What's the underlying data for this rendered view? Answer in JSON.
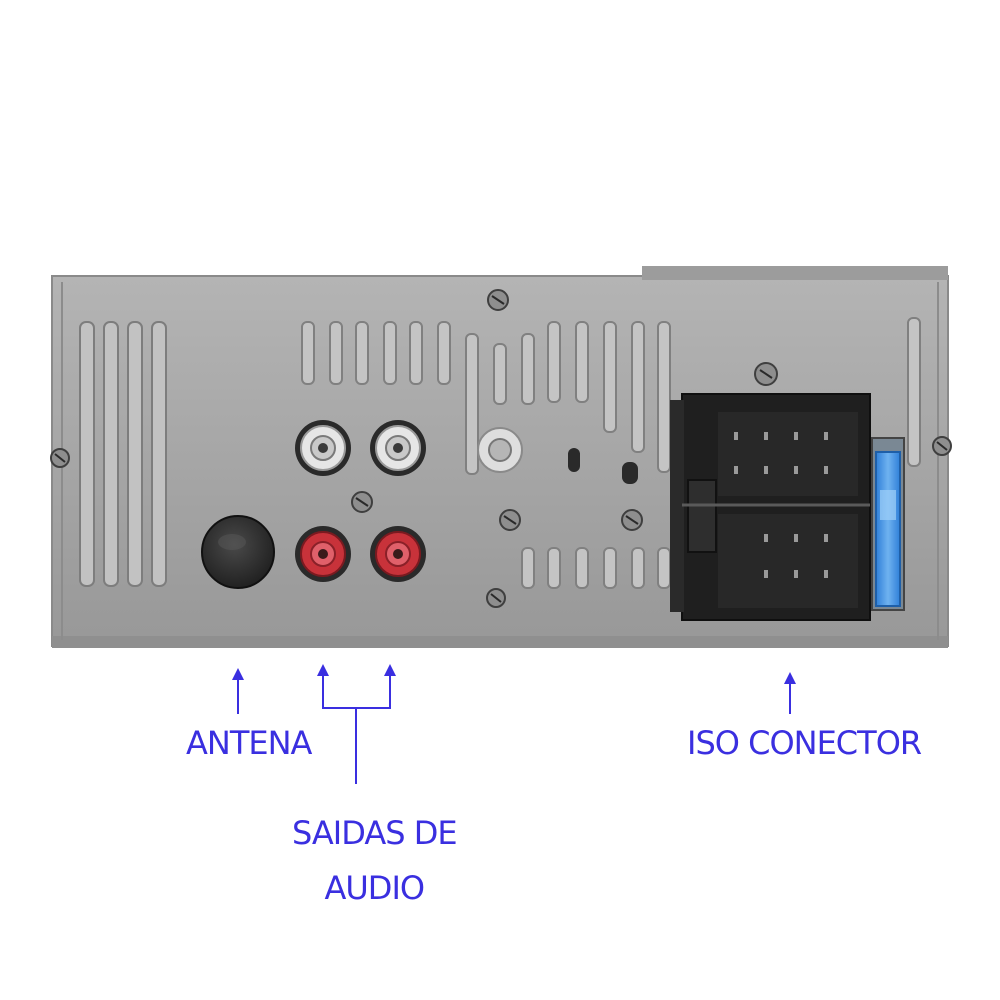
{
  "labels": {
    "antena": "ANTENA",
    "saidas_line1": "SAIDAS DE",
    "saidas_line2": "AUDIO",
    "iso": "ISO CONECTOR"
  },
  "colors": {
    "label": "#3a2fe0",
    "chassis": "#a4a4a4",
    "chassis_dark": "#7d7d7d",
    "connector": "#1f1f1f",
    "rca_white": "#e6e6e6",
    "rca_red": "#c8323a",
    "fuse": "#3f8fe0"
  }
}
